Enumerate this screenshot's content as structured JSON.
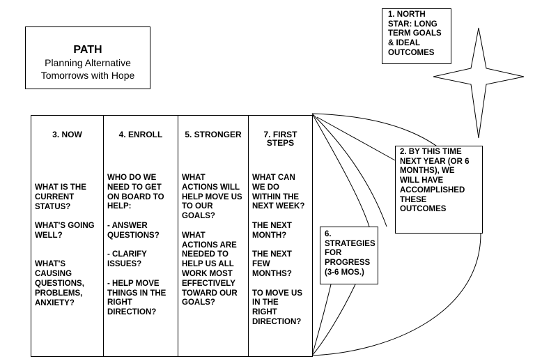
{
  "title": {
    "heading": "PATH",
    "subtitle_line1": "Planning Alternative",
    "subtitle_line2": "Tomorrows with Hope"
  },
  "north_star": {
    "text": "1. NORTH\nSTAR: LONG\nTERM GOALS\n& IDEAL\nOUTCOMES"
  },
  "one_year": {
    "text": "2. BY THIS TIME\nNEXT YEAR (OR 6\nMONTHS), WE\nWILL HAVE\nACCOMPLISHED\nTHESE\nOUTCOMES"
  },
  "strategies": {
    "text": "6.\nSTRATEGIES\nFOR\nPROGRESS\n(3-6 MOS.)"
  },
  "columns": [
    {
      "header": "3. NOW",
      "body": "WHAT IS THE\nCURRENT\nSTATUS?\n\nWHAT'S GOING\nWELL?\n\n\nWHAT'S\nCAUSING\nQUESTIONS,\nPROBLEMS,\nANXIETY?"
    },
    {
      "header": "4. ENROLL",
      "body": "WHO DO WE\nNEED TO GET\nON BOARD TO\nHELP:\n\n- ANSWER\nQUESTIONS?\n\n- CLARIFY\nISSUES?\n\n- HELP MOVE\nTHINGS IN THE\nRIGHT\nDIRECTION?"
    },
    {
      "header": "5. STRONGER",
      "body": "WHAT\nACTIONS WILL\nHELP MOVE US\nTO OUR\nGOALS?\n\nWHAT\nACTIONS ARE\nNEEDED TO\nHELP US ALL\nWORK MOST\nEFFECTIVELY\nTOWARD OUR\nGOALS?"
    },
    {
      "header": "7. FIRST\nSTEPS",
      "body": "WHAT CAN\nWE DO\nWITHIN THE\nNEXT WEEK?\n\nTHE NEXT\nMONTH?\n\nTHE NEXT\nFEW\nMONTHS?\n\nTO MOVE US\nIN THE\nRIGHT\nDIRECTION?"
    }
  ]
}
